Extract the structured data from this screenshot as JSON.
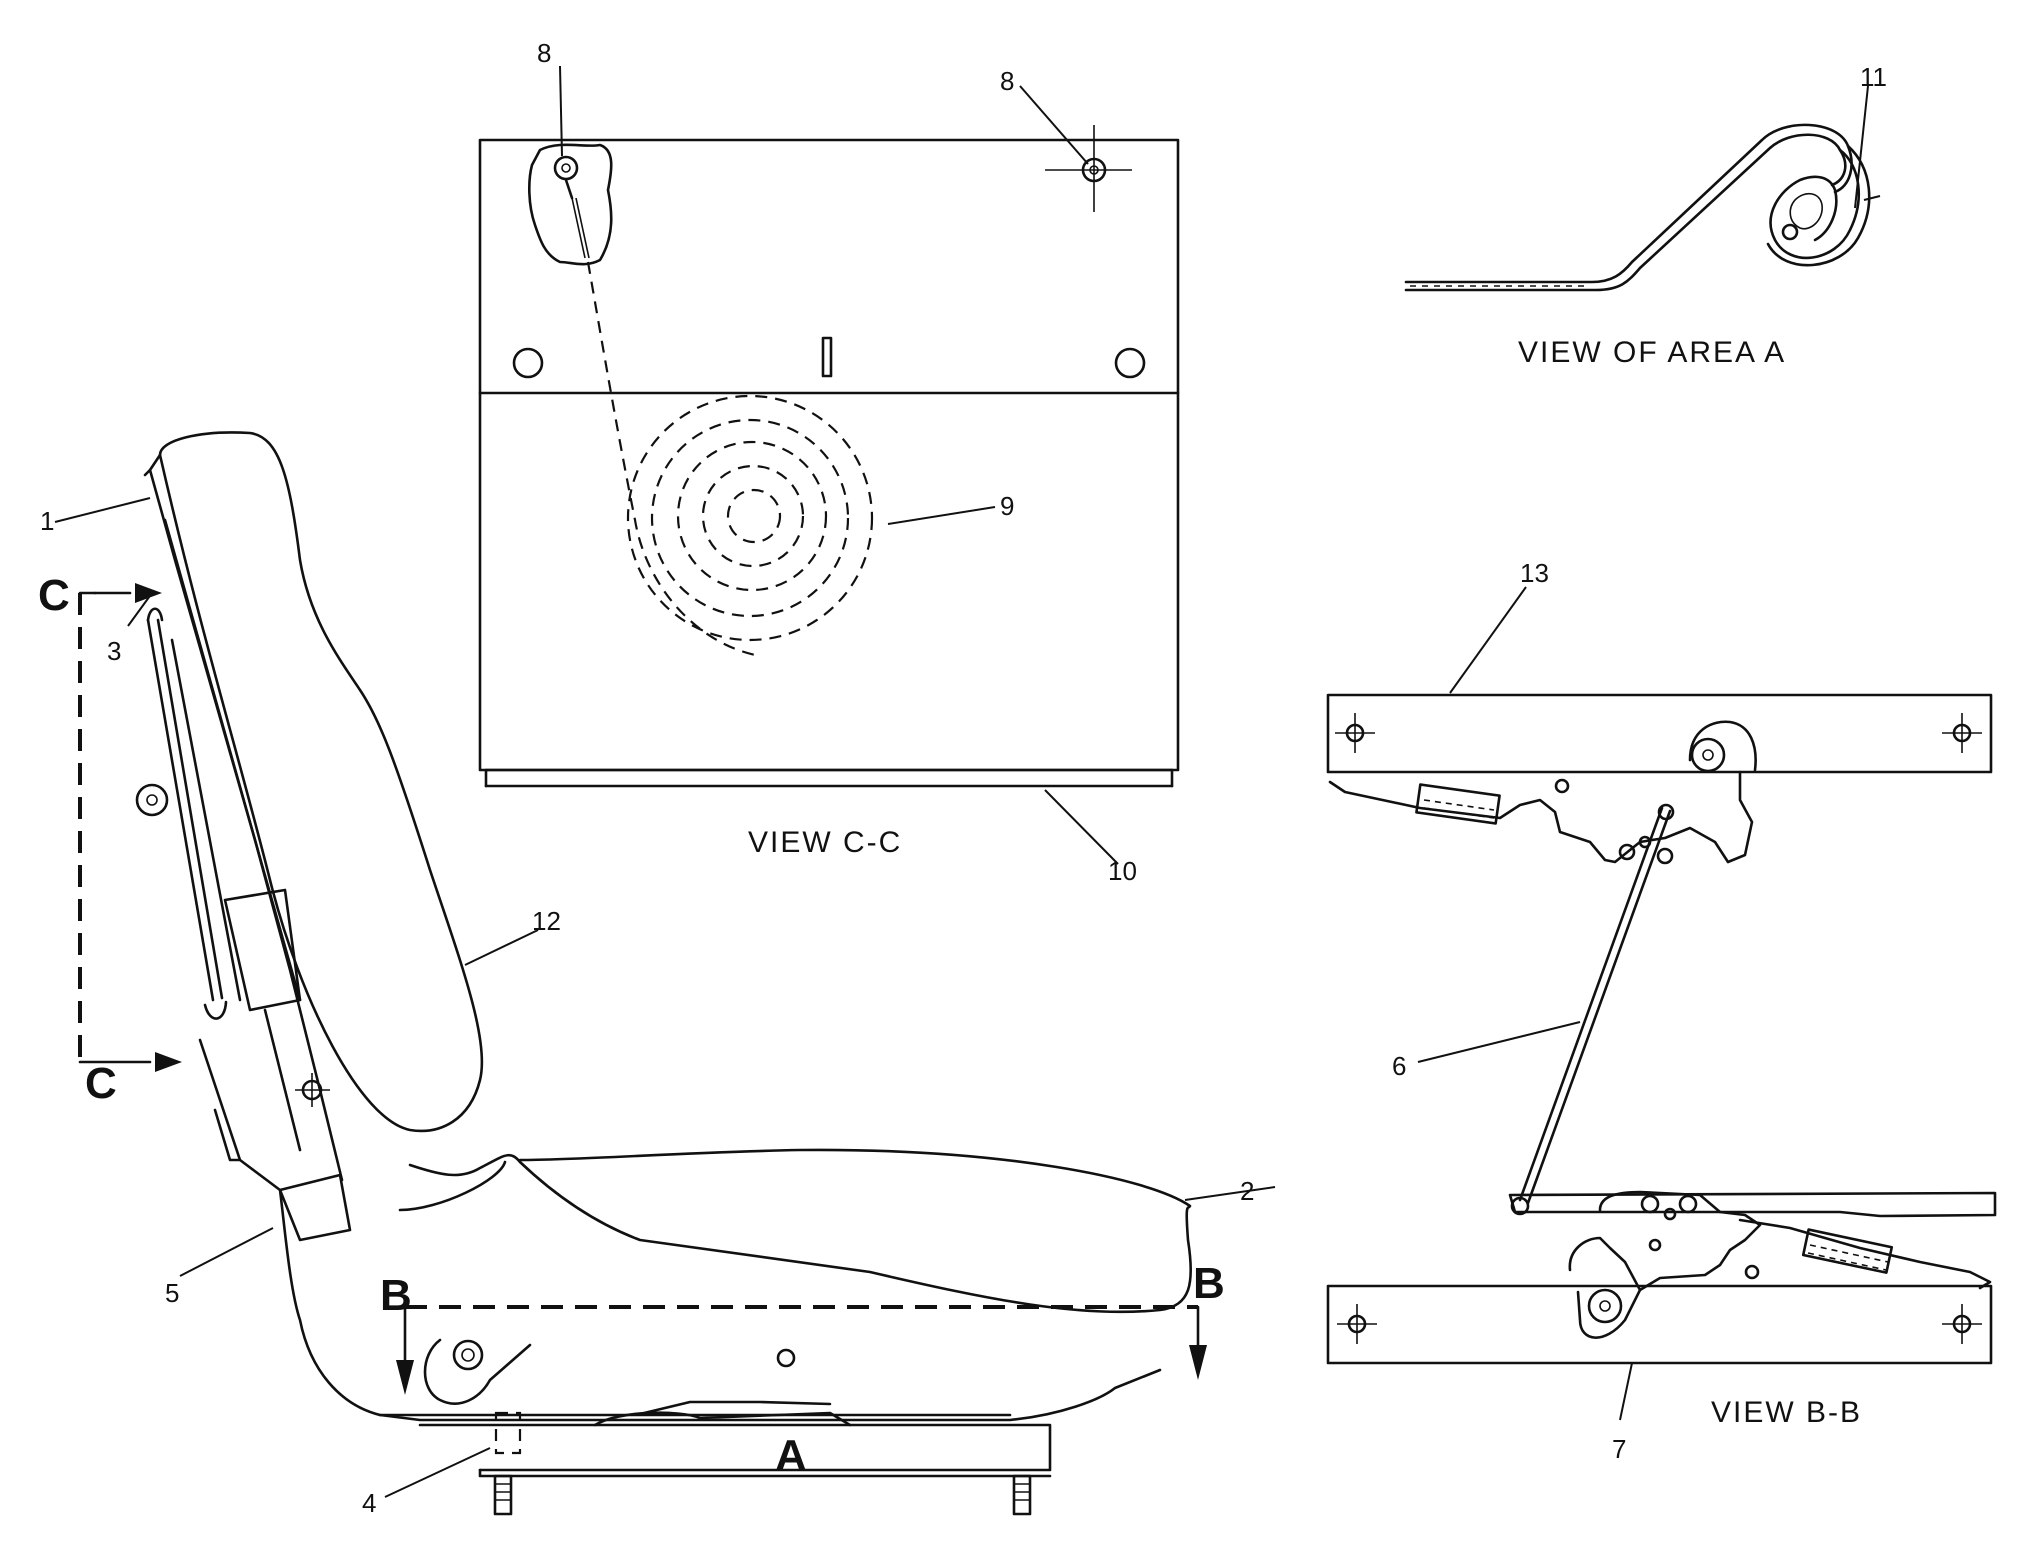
{
  "callouts": {
    "c1": "1",
    "c2": "2",
    "c3": "3",
    "c4": "4",
    "c5": "5",
    "c6": "6",
    "c7": "7",
    "c8a": "8",
    "c8b": "8",
    "c9": "9",
    "c10": "10",
    "c11": "11",
    "c12": "12",
    "c13": "13"
  },
  "views": {
    "cc": "VIEW C-C",
    "bb": "VIEW B-B",
    "area_a": "VIEW OF AREA A"
  },
  "section_markers": {
    "c_top": "C",
    "c_bottom": "C",
    "b_left": "B",
    "b_right": "B",
    "area": "A"
  }
}
